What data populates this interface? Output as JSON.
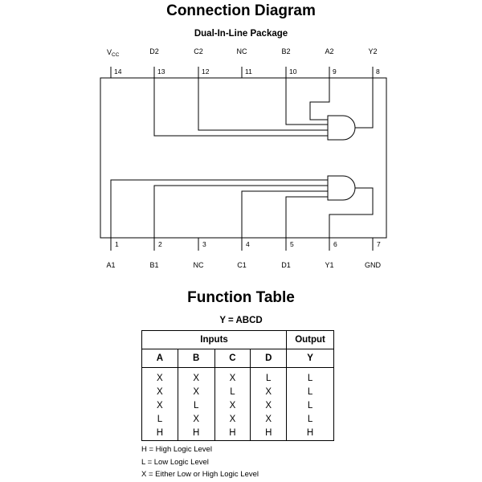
{
  "diagram": {
    "title": "Connection Diagram",
    "subtitle": "Dual-In-Line Package",
    "top_pins": [
      {
        "label": "V",
        "sub": "CC",
        "num": "14"
      },
      {
        "label": "D2",
        "num": "13"
      },
      {
        "label": "C2",
        "num": "12"
      },
      {
        "label": "NC",
        "num": "11"
      },
      {
        "label": "B2",
        "num": "10"
      },
      {
        "label": "A2",
        "num": "9"
      },
      {
        "label": "Y2",
        "num": "8"
      }
    ],
    "bottom_pins": [
      {
        "label": "A1",
        "num": "1"
      },
      {
        "label": "B1",
        "num": "2"
      },
      {
        "label": "NC",
        "num": "3"
      },
      {
        "label": "C1",
        "num": "4"
      },
      {
        "label": "D1",
        "num": "5"
      },
      {
        "label": "Y1",
        "num": "6"
      },
      {
        "label": "GND",
        "num": "7"
      }
    ]
  },
  "function_table": {
    "title": "Function Table",
    "equation": "Y = ABCD",
    "inputs_header": "Inputs",
    "output_header": "Output",
    "columns": [
      "A",
      "B",
      "C",
      "D",
      "Y"
    ],
    "rows": [
      [
        "X",
        "X",
        "X",
        "L",
        "L"
      ],
      [
        "X",
        "X",
        "L",
        "X",
        "L"
      ],
      [
        "X",
        "L",
        "X",
        "X",
        "L"
      ],
      [
        "L",
        "X",
        "X",
        "X",
        "L"
      ],
      [
        "H",
        "H",
        "H",
        "H",
        "H"
      ]
    ]
  },
  "legend": [
    "H = High Logic Level",
    "L = Low Logic Level",
    "X = Either Low or High Logic Level"
  ]
}
